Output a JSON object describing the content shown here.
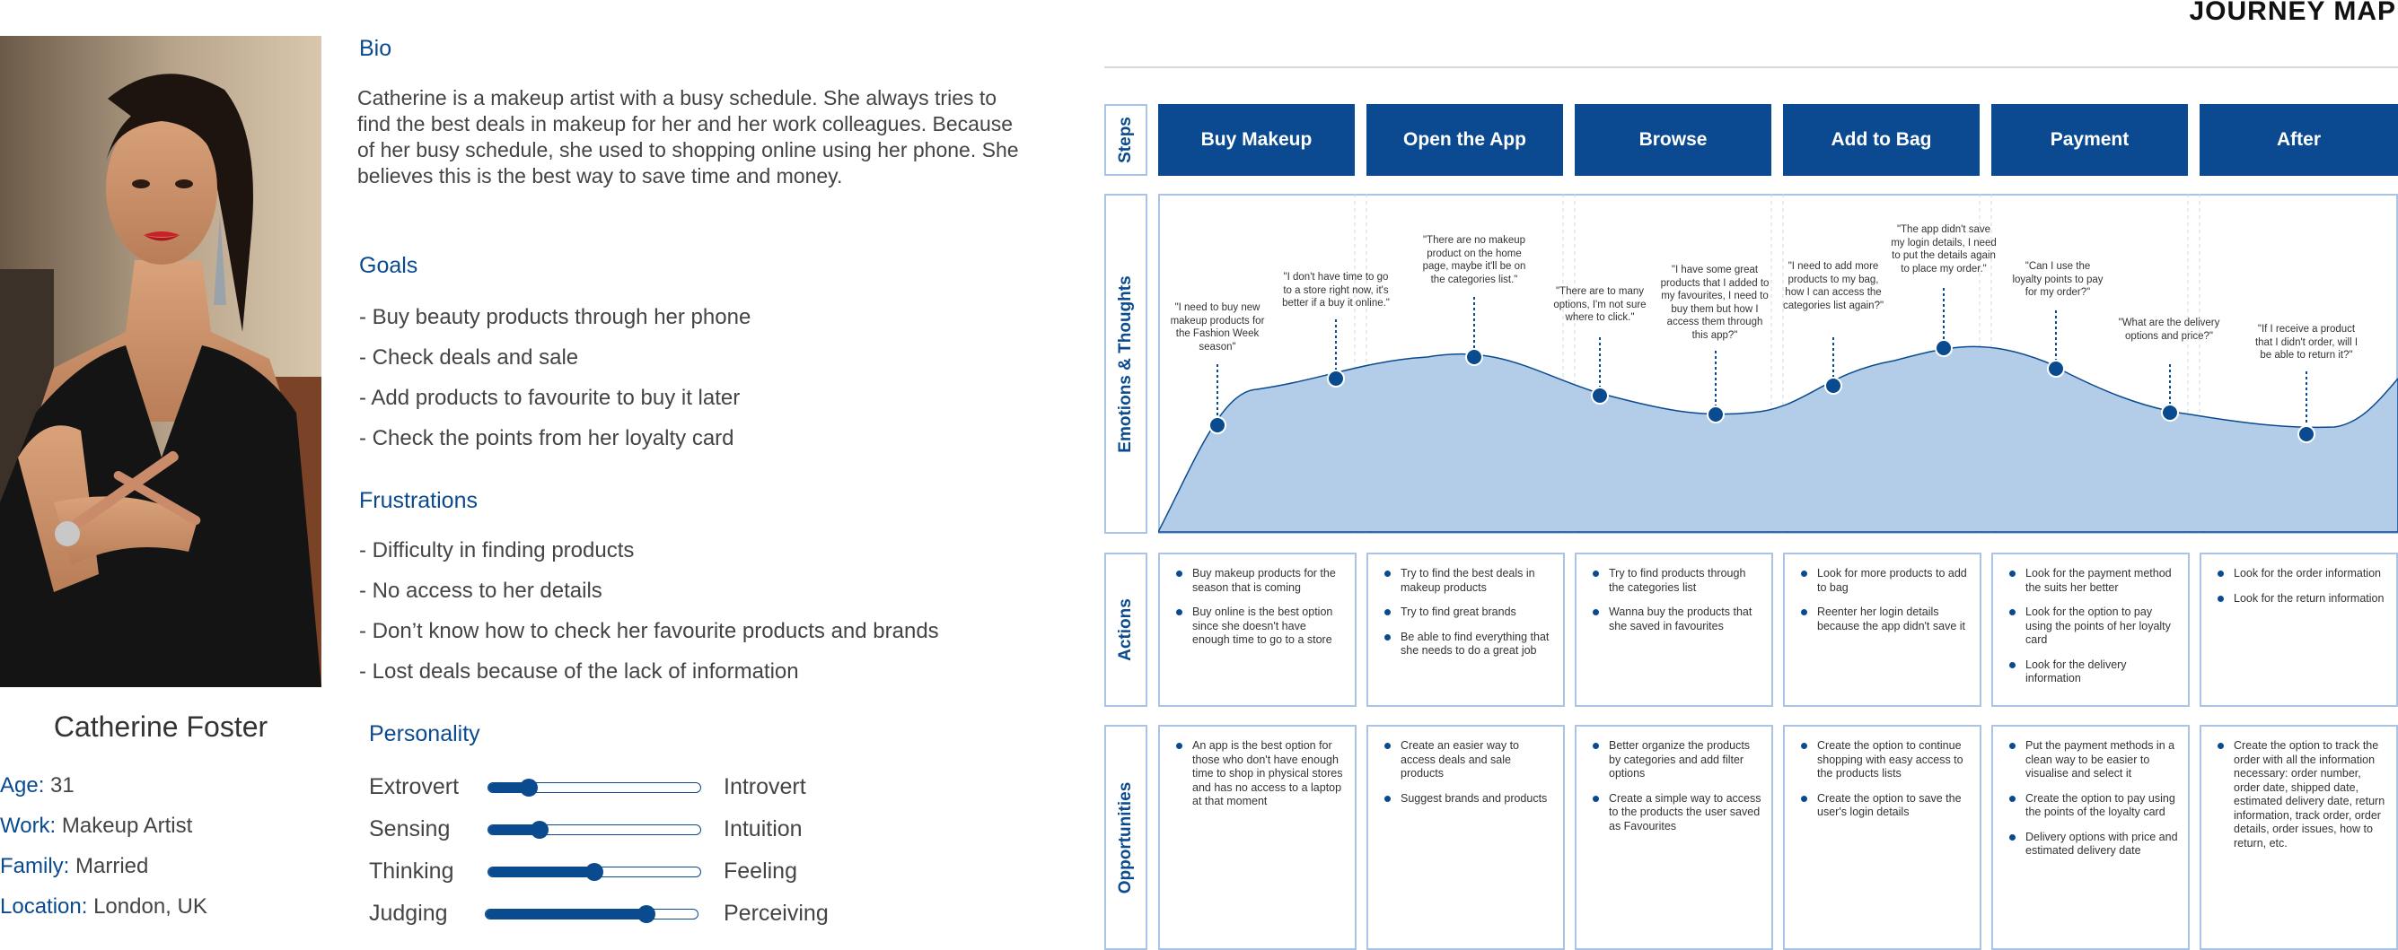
{
  "persona": {
    "name": "Catherine Foster",
    "demographics": [
      {
        "label": "Age:",
        "value": "31"
      },
      {
        "label": "Work:",
        "value": "Makeup Artist"
      },
      {
        "label": "Family:",
        "value": "Married"
      },
      {
        "label": "Location:",
        "value": "London, UK"
      }
    ],
    "bio_title": "Bio",
    "bio": "Catherine is a makeup artist with a busy schedule. She always tries to find the best deals in makeup for her and her work colleagues. Because of her busy schedule, she used to shopping online using her phone. She believes this is the best way to save time and money.",
    "goals_title": "Goals",
    "goals": [
      "- Buy beauty products through her phone",
      "- Check deals and sale",
      "- Add products to favourite to buy it later",
      "- Check the points from her loyalty card"
    ],
    "frustrations_title": "Frustrations",
    "frustrations": [
      "- Difficulty in finding products",
      "- No access to her details",
      "- Don’t know how to check her favourite products and brands",
      "- Lost deals because of the lack of information"
    ],
    "personality_title": "Personality",
    "personality": [
      {
        "left": "Extrovert",
        "right": "Introvert",
        "level": 0.19
      },
      {
        "left": "Sensing",
        "right": "Intuition",
        "level": 0.24
      },
      {
        "left": "Thinking",
        "right": "Feeling",
        "level": 0.5
      },
      {
        "left": "Judging",
        "right": "Perceiving",
        "level": 0.76
      }
    ]
  },
  "journey": {
    "title": "JOURNEY MAP",
    "row_labels": {
      "steps": "Steps",
      "emotions": "Emotions & Thoughts",
      "actions": "Actions",
      "opportunities": "Opportunities"
    },
    "steps": [
      "Buy Makeup",
      "Open the App",
      "Browse",
      "Add to Bag",
      "Payment",
      "After"
    ],
    "thoughts": [
      "\"I need to buy new makeup products for the Fashion Week season\"",
      "\"I don't have time to go to a store right now, it's better if a buy it online.\"",
      "\"There are no makeup product on the home page, maybe it'll be on the categories list.\"",
      "\"There are to many options, I'm not sure where to click.\"",
      "\"I have some great products that I added to my favourites, I need to buy them but how I access them through this app?\"",
      "\"I need to add more products to my bag, how I can access the categories list again?\"",
      "\"The app didn't save my login details, I need to put the details again to place my order.\"",
      "\"Can I use the loyalty points to pay for my order?\"",
      "\"What are the delivery options and price?\"",
      "\"If I receive a product that I didn't order, will I be able to return it?\""
    ],
    "actions": [
      [
        "Buy makeup products for the season that is coming",
        "Buy online is the best option since she doesn't have enough time to go to a store"
      ],
      [
        "Try to find the best deals in makeup products",
        "Try to find great brands",
        "Be able to find everything that she needs to do a great job"
      ],
      [
        "Try to find products through the categories list",
        "Wanna buy the products that she saved in favourites"
      ],
      [
        "Look for more products to add to bag",
        "Reenter her login details because the app didn't save it"
      ],
      [
        "Look for the payment method the suits her better",
        "Look for the option to pay using the points of her loyalty card",
        "Look for the delivery information"
      ],
      [
        "Look for the order information",
        "Look for the return information"
      ]
    ],
    "opportunities": [
      [
        "An app is the best option for those who don't have enough time to shop in physical stores and has no access to a laptop at that moment"
      ],
      [
        "Create an easier way to access deals and sale products",
        "Suggest brands and products"
      ],
      [
        "Better organize the products by categories and add filter options",
        "Create a simple way to access to the products the user saved as Favourites"
      ],
      [
        "Create the option to continue shopping with easy access to the products lists",
        "Create the option to save the user's login details"
      ],
      [
        "Put the payment methods in a clean way to be easier to visualise and select it",
        "Create the option to pay using the points of the loyalty card",
        "Delivery options with price and estimated delivery date"
      ],
      [
        "Create the option to track the order with all the information necessary: order number, order date, shipped date, estimated delivery date, return information, track order, order details, order issues, how to return, etc."
      ]
    ]
  },
  "colors": {
    "accent": "#0a4a8f",
    "area_fill": "#b3cde9",
    "border": "#a9c4e4"
  }
}
